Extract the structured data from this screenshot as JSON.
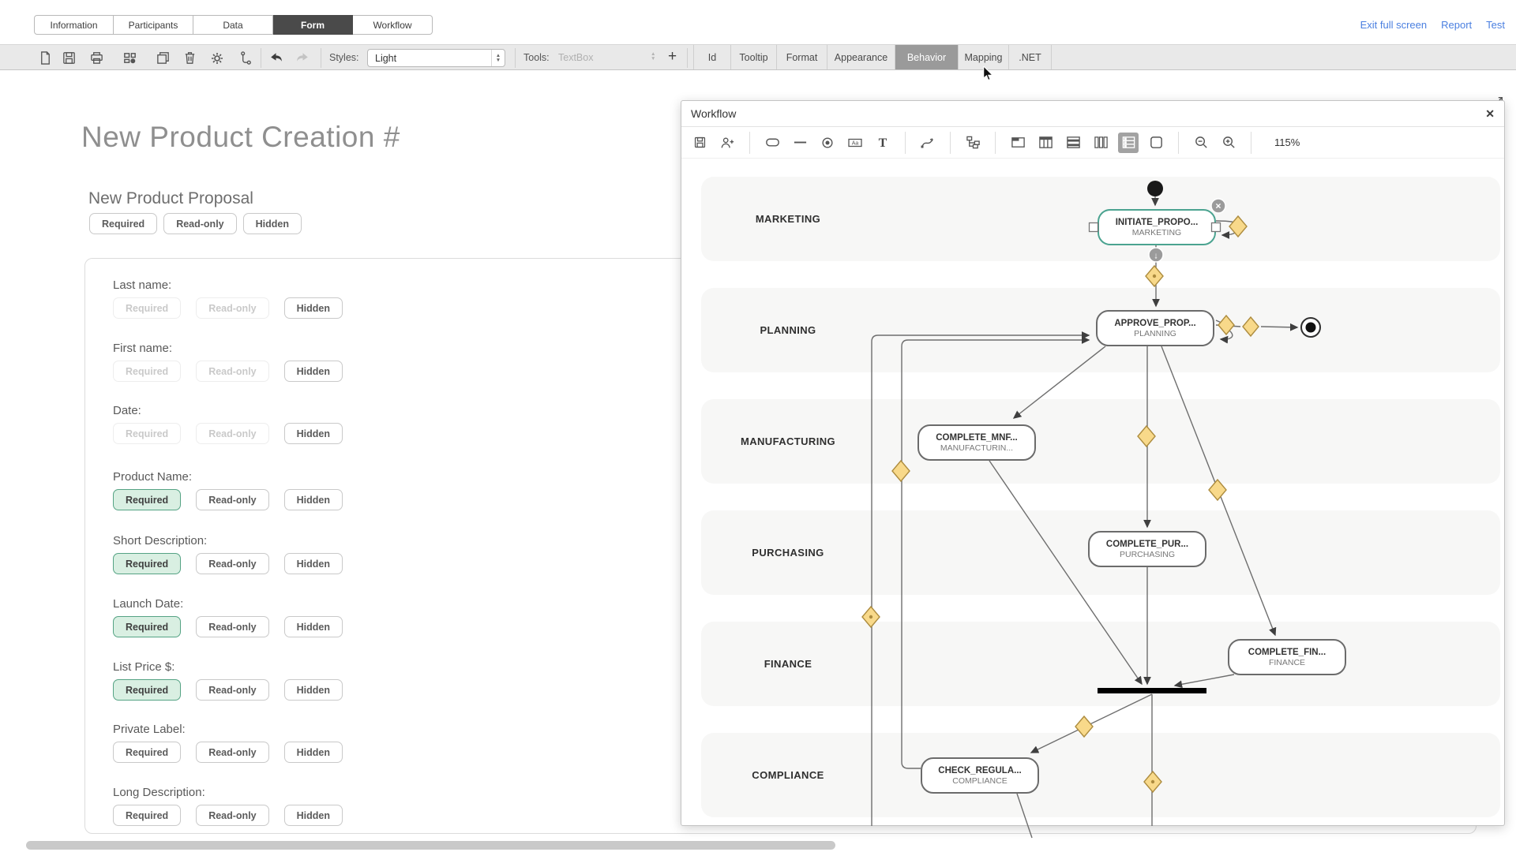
{
  "tabs": [
    {
      "label": "Information",
      "active": false
    },
    {
      "label": "Participants",
      "active": false
    },
    {
      "label": "Data",
      "active": false
    },
    {
      "label": "Form",
      "active": true
    },
    {
      "label": "Workflow",
      "active": false
    }
  ],
  "header_links": [
    {
      "label": "Exit full screen"
    },
    {
      "label": "Report"
    },
    {
      "label": "Test"
    }
  ],
  "toolbar": {
    "icons": [
      "new-document",
      "save",
      "print",
      "layout-grid",
      "duplicate",
      "delete",
      "settings",
      "hierarchy",
      "undo",
      "redo",
      "expand"
    ],
    "styles_label": "Styles:",
    "styles_value": "Light",
    "tools_label": "Tools:",
    "tools_value": "TextBox",
    "add_label": "+",
    "buttons": [
      {
        "label": "Id",
        "active": false
      },
      {
        "label": "Tooltip",
        "active": false
      },
      {
        "label": "Format",
        "active": false
      },
      {
        "label": "Appearance",
        "active": false
      },
      {
        "label": "Behavior",
        "active": true
      },
      {
        "label": "Mapping",
        "active": false
      },
      {
        "label": ".NET",
        "active": false
      }
    ]
  },
  "form": {
    "title": "New Product Creation #",
    "section": {
      "title": "New Product Proposal",
      "buttons": [
        "Required",
        "Read-only",
        "Hidden"
      ]
    },
    "button_labels": {
      "required": "Required",
      "readonly": "Read-only",
      "hidden": "Hidden"
    },
    "fields": [
      {
        "label": "Last name:",
        "required_state": "disabled",
        "readonly_state": "disabled",
        "hidden_state": "default"
      },
      {
        "label": "First name:",
        "required_state": "disabled",
        "readonly_state": "disabled",
        "hidden_state": "default"
      },
      {
        "label": "Date:",
        "required_state": "disabled",
        "readonly_state": "disabled",
        "hidden_state": "default"
      },
      {
        "label": "Product Name:",
        "required_state": "selected",
        "readonly_state": "default",
        "hidden_state": "default"
      },
      {
        "label": "Short Description:",
        "required_state": "selected",
        "readonly_state": "default",
        "hidden_state": "default"
      },
      {
        "label": "Launch Date:",
        "required_state": "selected",
        "readonly_state": "default",
        "hidden_state": "default"
      },
      {
        "label": "List Price $:",
        "required_state": "selected",
        "readonly_state": "default",
        "hidden_state": "default"
      },
      {
        "label": "Private Label:",
        "required_state": "default",
        "readonly_state": "default",
        "hidden_state": "default"
      },
      {
        "label": "Long Description:",
        "required_state": "default",
        "readonly_state": "default",
        "hidden_state": "default"
      }
    ]
  },
  "workflow": {
    "title": "Workflow",
    "close_icon": "✕",
    "zoom_value": "115%",
    "toolbar_icons": [
      "save",
      "add-participant",
      "rounded-rectangle",
      "line",
      "end-node",
      "label-box",
      "text",
      "connector-curve",
      "hierarchy",
      "panel",
      "table-columns",
      "table-rows",
      "columns",
      "swimlanes",
      "rectangle",
      "zoom-out",
      "zoom-in"
    ],
    "lanes": [
      "MARKETING",
      "PLANNING",
      "MANUFACTURING",
      "PURCHASING",
      "FINANCE",
      "COMPLIANCE"
    ],
    "nodes": [
      {
        "title": "INITIATE_PROPO...",
        "subtitle": "MARKETING",
        "selected": true
      },
      {
        "title": "APPROVE_PROP...",
        "subtitle": "PLANNING",
        "selected": false
      },
      {
        "title": "COMPLETE_MNF...",
        "subtitle": "MANUFACTURIN...",
        "selected": false
      },
      {
        "title": "COMPLETE_PUR...",
        "subtitle": "PURCHASING",
        "selected": false
      },
      {
        "title": "COMPLETE_FIN...",
        "subtitle": "FINANCE",
        "selected": false
      },
      {
        "title": "CHECK_REGULA...",
        "subtitle": "COMPLIANCE",
        "selected": false
      }
    ]
  },
  "colors": {
    "accent_green_bg": "#d9efe2",
    "accent_green_border": "#55a384",
    "selected_node_border": "#4ba390",
    "link_blue": "#4a7fe0",
    "active_tab_bg": "#4a4a4a",
    "toolbar_bg": "#e9e9e9",
    "active_toolbar_button_bg": "#9a9a9a",
    "lane_bg": "#f7f7f6",
    "diamond_fill": "#f8d98a",
    "diamond_border": "#ad8c3f",
    "edge": "#6e6e6e"
  }
}
